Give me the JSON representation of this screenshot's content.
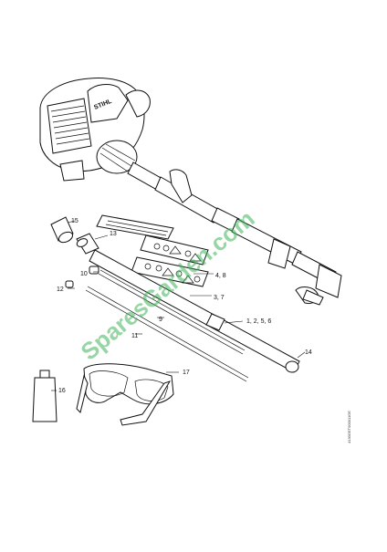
{
  "brand_mark": "STIHL",
  "watermark": "SparesGarden.com",
  "drawing_number": "4130GET000011GE",
  "callouts": [
    {
      "key": "c15",
      "label": "15"
    },
    {
      "key": "c13",
      "label": "13"
    },
    {
      "key": "c10",
      "label": "10"
    },
    {
      "key": "c12",
      "label": "12"
    },
    {
      "key": "c48",
      "label": "4, 8"
    },
    {
      "key": "c37",
      "label": "3, 7"
    },
    {
      "key": "c9",
      "label": "9"
    },
    {
      "key": "c1256",
      "label": "1, 2, 5, 6"
    },
    {
      "key": "c11",
      "label": "11"
    },
    {
      "key": "c14",
      "label": "14"
    },
    {
      "key": "c16",
      "label": "16"
    },
    {
      "key": "c17",
      "label": "17"
    }
  ],
  "colors": {
    "line": "#111111",
    "watermark": "#3fb35a",
    "background": "#ffffff"
  }
}
